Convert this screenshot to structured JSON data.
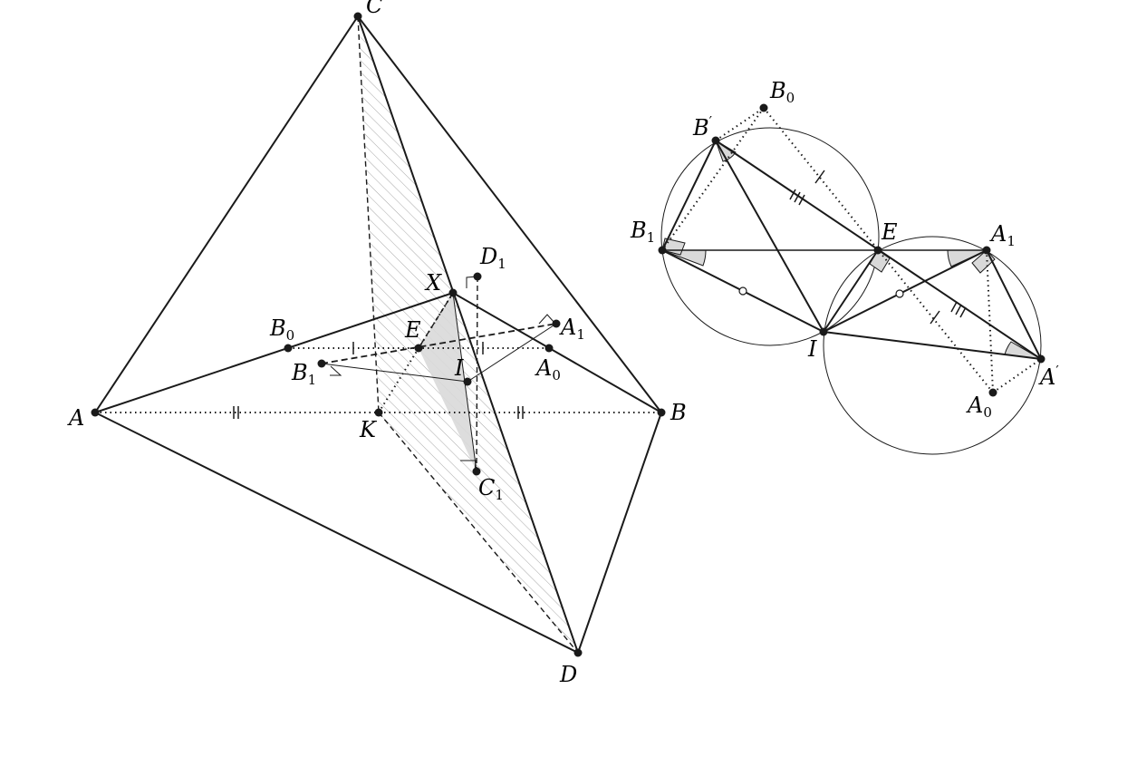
{
  "figure": {
    "labels": {
      "C": "C",
      "A": "A",
      "B": "B",
      "D": "D",
      "K": "K",
      "X": "X",
      "E": "E",
      "I": "I",
      "B0": "B",
      "B0_sub": "0",
      "B1": "B",
      "B1_sub": "1",
      "A0": "A",
      "A0_sub": "0",
      "A1": "A",
      "A1_sub": "1",
      "C1": "C",
      "C1_sub": "1",
      "D1": "D",
      "D1_sub": "1",
      "R_B0": "B",
      "R_B0_sub": "0",
      "R_Bp": "B",
      "R_Bp_prime": "′",
      "R_B1": "B",
      "R_B1_sub": "1",
      "R_E": "E",
      "R_A1": "A",
      "R_A1_sub": "1",
      "R_I": "I",
      "R_Ap": "A",
      "R_Ap_prime": "′",
      "R_A0": "A",
      "R_A0_sub": "0"
    },
    "colors": {
      "stroke": "#1a1a1a",
      "shade": "#d9d9d9",
      "hatch": "#a8a8a8"
    }
  }
}
